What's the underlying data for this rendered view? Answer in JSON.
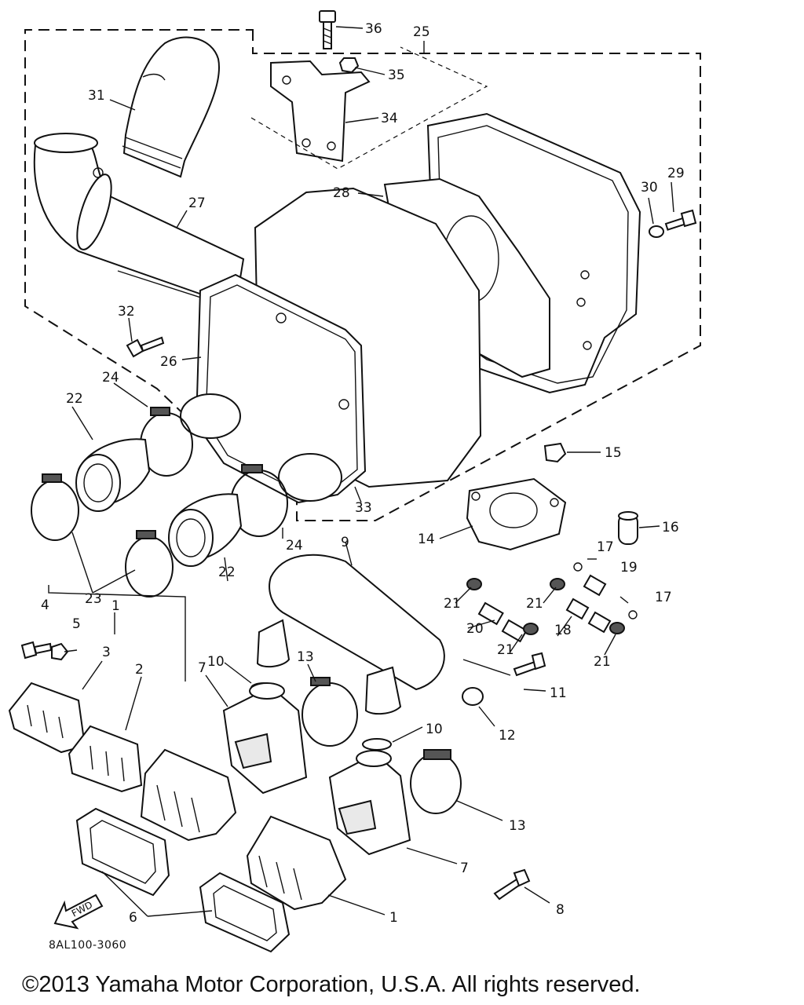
{
  "diagram": {
    "callouts": [
      "36",
      "25",
      "35",
      "31",
      "34",
      "27",
      "28",
      "29",
      "30",
      "32",
      "26",
      "24",
      "22",
      "15",
      "33",
      "16",
      "14",
      "9",
      "17",
      "19",
      "23",
      "21",
      "4",
      "5",
      "20",
      "18",
      "3",
      "10",
      "2",
      "13",
      "7",
      "11",
      "12",
      "8",
      "6",
      "1"
    ],
    "fwd_label": "FWD",
    "drawing_code": "8AL100-3060"
  },
  "copyright": "©2013 Yamaha Motor Corporation, U.S.A. All rights reserved."
}
